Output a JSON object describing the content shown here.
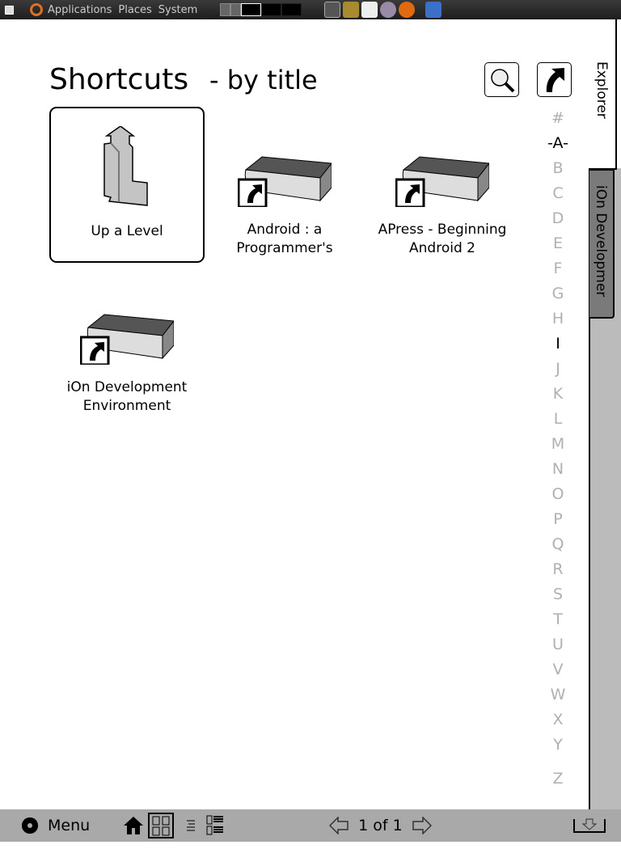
{
  "topbar": {
    "menus": [
      "Applications",
      "Places",
      "System"
    ]
  },
  "header": {
    "title": "Shortcuts",
    "subtitle": "- by title"
  },
  "items": [
    {
      "label": "Up a Level",
      "icon": "up-folder-icon",
      "selected": true
    },
    {
      "label": "Android : a Programmer's",
      "icon": "book-shortcut-icon"
    },
    {
      "label": "APress - Beginning Android 2",
      "icon": "book-shortcut-icon"
    },
    {
      "label": "iOn Development Environment",
      "icon": "book-shortcut-icon"
    }
  ],
  "alphabet": [
    "#",
    "-A-",
    "B",
    "C",
    "D",
    "E",
    "F",
    "G",
    "H",
    "I",
    "J",
    "K",
    "L",
    "M",
    "N",
    "O",
    "P",
    "Q",
    "R",
    "S",
    "T",
    "U",
    "V",
    "W",
    "X",
    "Y",
    "Z"
  ],
  "alphabet_active": [
    "-A-",
    "I"
  ],
  "tabs": [
    {
      "label": "Explorer"
    },
    {
      "label": "iOn Developmer"
    }
  ],
  "bottombar": {
    "menu_label": "Menu",
    "page": "1 of 1"
  }
}
